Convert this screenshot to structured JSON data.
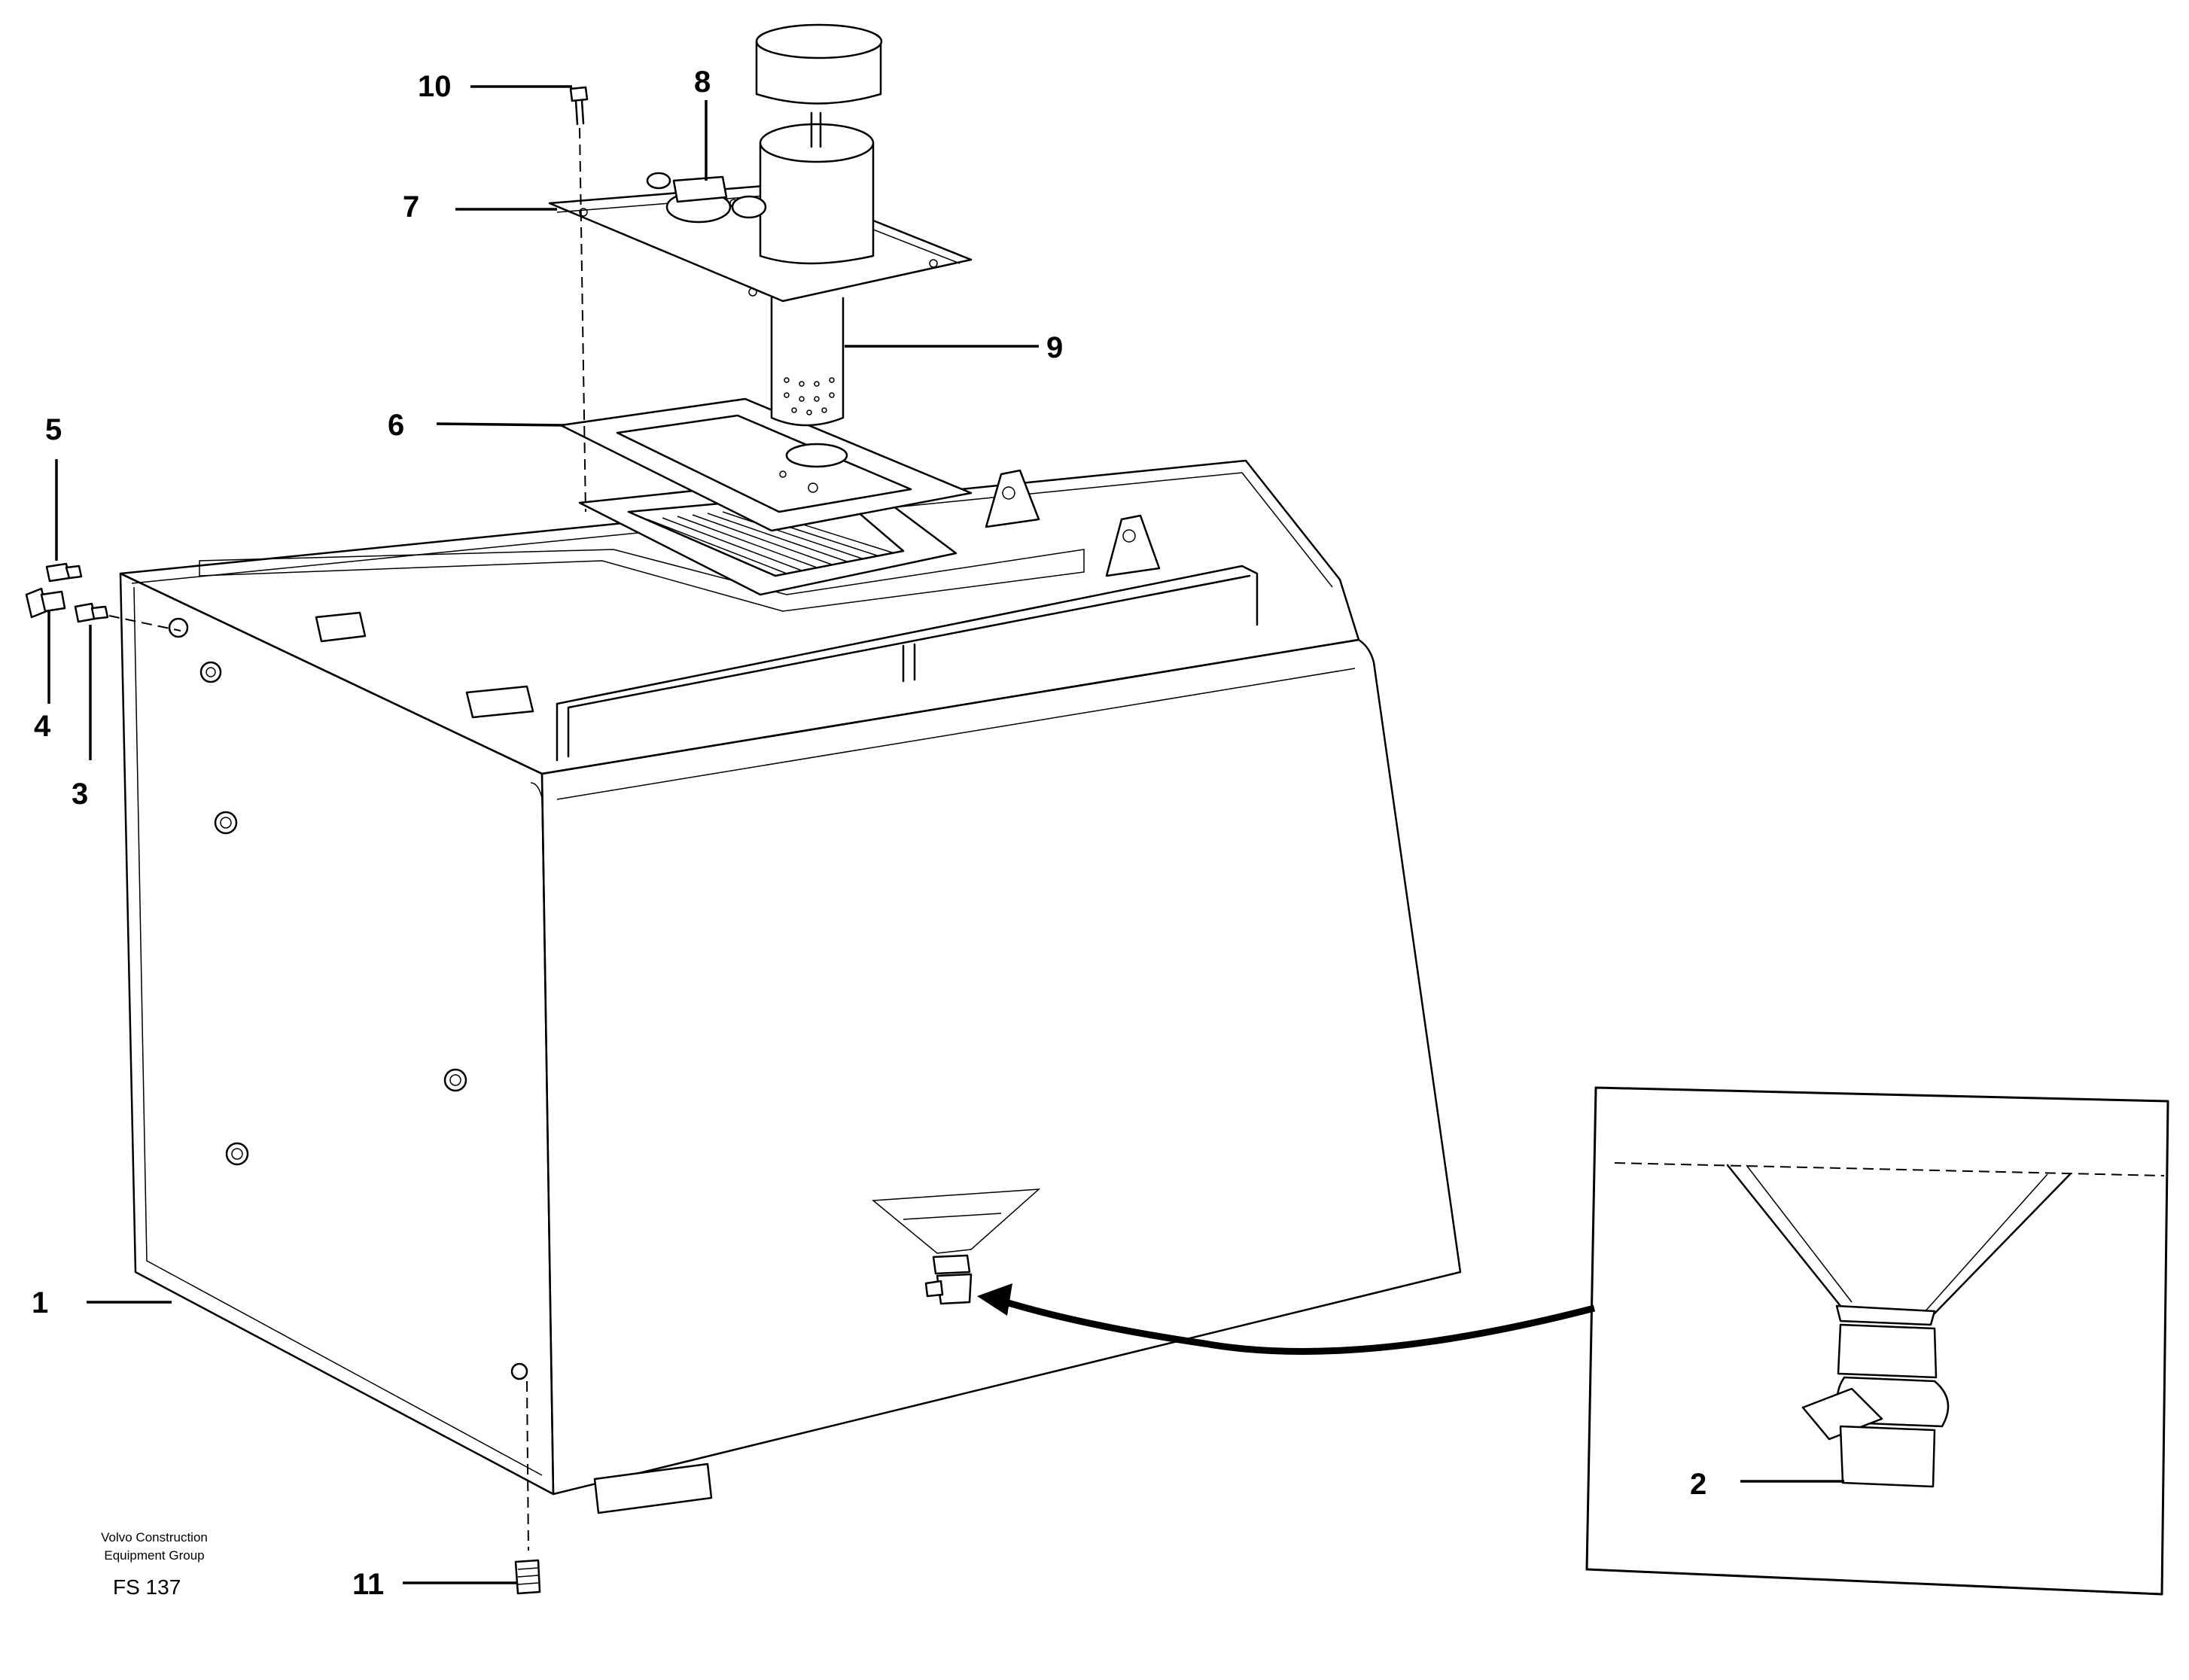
{
  "callouts": [
    {
      "id": "c1",
      "label": "1"
    },
    {
      "id": "c2",
      "label": "2"
    },
    {
      "id": "c3",
      "label": "3"
    },
    {
      "id": "c4",
      "label": "4"
    },
    {
      "id": "c5",
      "label": "5"
    },
    {
      "id": "c6",
      "label": "6"
    },
    {
      "id": "c7",
      "label": "7"
    },
    {
      "id": "c8",
      "label": "8"
    },
    {
      "id": "c9",
      "label": "9"
    },
    {
      "id": "c10",
      "label": "10"
    },
    {
      "id": "c11",
      "label": "11"
    }
  ],
  "credit": {
    "line1": "Volvo Construction",
    "line2": "Equipment Group",
    "figure": "FS 137"
  }
}
